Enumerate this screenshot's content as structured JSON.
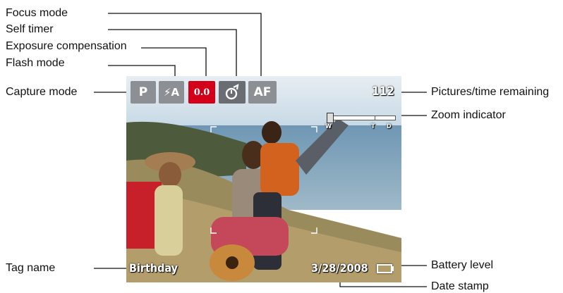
{
  "callouts": {
    "focus_mode": "Focus mode",
    "self_timer": "Self timer",
    "exposure_compensation": "Exposure compensation",
    "flash_mode": "Flash mode",
    "capture_mode": "Capture mode",
    "pictures_remaining": "Pictures/time remaining",
    "zoom_indicator": "Zoom indicator",
    "tag_name": "Tag name",
    "battery_level": "Battery level",
    "date_stamp": "Date stamp"
  },
  "screen": {
    "capture_mode_icon": "P",
    "flash_mode_icon": "⚡A",
    "exposure_value": "0.0",
    "self_timer_icon": "self-timer-icon",
    "focus_mode_icon": "AF",
    "pictures_remaining": "112",
    "zoom_w": "W",
    "zoom_t": "T",
    "zoom_d": "D",
    "zoom_level": 0,
    "tag": "Birthday",
    "date": "3/28/2008",
    "battery_icon": "battery-icon"
  },
  "colors": {
    "icon_gray": "#8c8f93",
    "icon_dark": "#6a6d72",
    "exposure_red": "#d4001a"
  }
}
